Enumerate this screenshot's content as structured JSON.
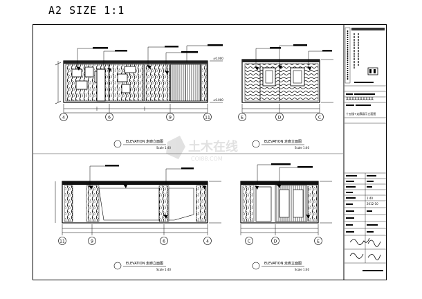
{
  "header": {
    "title": "A2 SIZE 1:1"
  },
  "drawings": [
    {
      "id": "top-left",
      "caption": "ELEVATION 走廊立面图",
      "scale": "Scale 1:40",
      "grid": [
        "4",
        "6",
        "9",
        "11"
      ]
    },
    {
      "id": "top-right",
      "caption": "ELEVATION 走廊立面图",
      "scale": "Scale 1:40",
      "grid": [
        "E",
        "D",
        "C"
      ]
    },
    {
      "id": "bottom-left",
      "caption": "ELEVATION 走廊立面图",
      "scale": "Scale 1:40",
      "grid": [
        "11",
        "9",
        "6",
        "4"
      ]
    },
    {
      "id": "bottom-right",
      "caption": "ELEVATION 走廊立面图",
      "scale": "Scale 1:40",
      "grid": [
        "C",
        "D",
        "E"
      ]
    }
  ],
  "watermark": {
    "brand": "土木在线",
    "url": "COI88.COM"
  },
  "title_block": {
    "project": "某某某某某某某某某某",
    "sheet_title": "十五楼+走廊展示立面图",
    "scale": "1:40",
    "date": "2012-10"
  }
}
